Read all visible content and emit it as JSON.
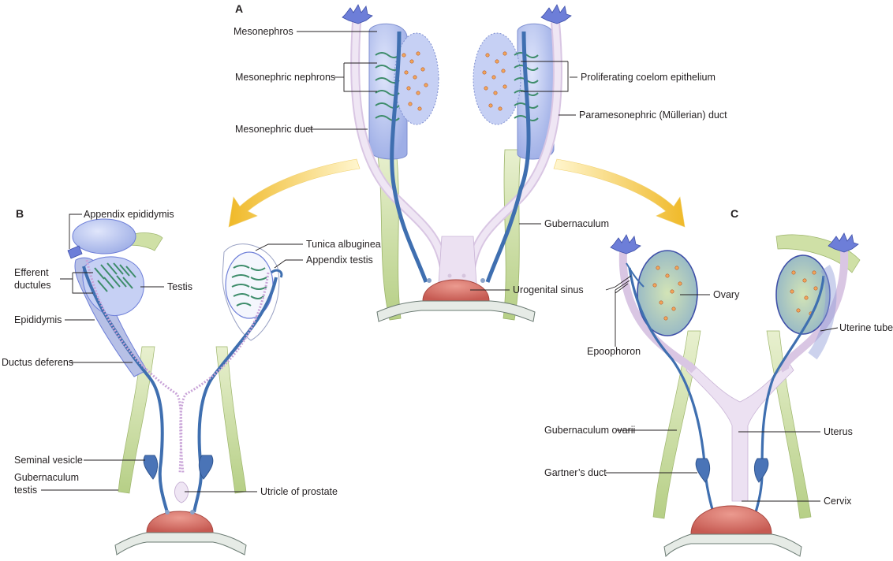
{
  "panels": {
    "a": "A",
    "b": "B",
    "c": "C"
  },
  "labels_a": {
    "mesonephros": "Mesonephros",
    "mesonephric_nephrons": "Mesonephric nephrons",
    "mesonephric_duct": "Mesonephric duct",
    "proliferating_coelom": "Proliferating coelom epithelium",
    "paramesonephric_duct": "Paramesonephric (Müllerian) duct",
    "gubernaculum": "Gubernaculum",
    "urogenital_sinus": "Urogenital sinus"
  },
  "labels_b": {
    "appendix_epididymis": "Appendix epididymis",
    "efferent_ductules_1": "Efferent",
    "efferent_ductules_2": "ductules",
    "testis": "Testis",
    "tunica_albuginea": "Tunica albuginea",
    "appendix_testis": "Appendix testis",
    "epididymis": "Epididymis",
    "ductus_deferens": "Ductus deferens",
    "seminal_vesicle": "Seminal vesicle",
    "gubernaculum_testis_1": "Gubernaculum",
    "gubernaculum_testis_2": "testis",
    "utricle_of_prostate": "Utricle of prostate"
  },
  "labels_c": {
    "ovary": "Ovary",
    "epoophoron": "Epoophoron",
    "uterine_tube": "Uterine tube",
    "gubernaculum_ovarii": "Gubernaculum ovarii",
    "uterus": "Uterus",
    "gartners_duct": "Gartner’s duct",
    "cervix": "Cervix"
  },
  "colors": {
    "mesonephric_duct": "#3f6fb0",
    "paramesonephric_duct": "#e9dcef",
    "mesonephros": "#b9c6ef",
    "gubernaculum": "#cfe0a6",
    "urogenital_sinus": "#d8736b",
    "ovary_fill": "#a8c48a",
    "arrow": "#f2c431"
  }
}
